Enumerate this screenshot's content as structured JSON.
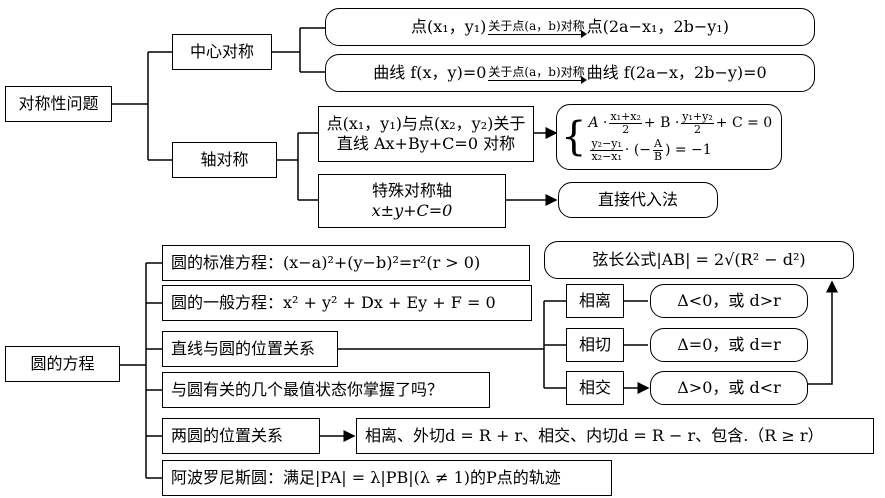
{
  "symmetry": {
    "root": "对称性问题",
    "center": "中心对称",
    "axis": "轴对称",
    "center_point": {
      "from": "点(x₁，y₁)",
      "arrow_label": "关于点(a，b)对称",
      "to": "点(2a−x₁，2b−y₁)"
    },
    "center_curve": {
      "from": "曲线 f(x，y)=0",
      "arrow_label": "关于点(a，b)对称",
      "to": "曲线 f(2a−x，2b−y)=0"
    },
    "axis_points": {
      "line1": "点(x₁，y₁)与点(x₂，y₂)关于",
      "line2": "直线 Ax+By+C=0 对称"
    },
    "axis_eq1": {
      "a": "A ·",
      "num1": "x₁+x₂",
      "den1": "2",
      "b": "+ B ·",
      "num2": "y₁+y₂",
      "den2": "2",
      "c": "+ C = 0"
    },
    "axis_eq2": {
      "num1": "y₂−y₁",
      "den1": "x₂−x₁",
      "mid": "· (−",
      "num2": "A",
      "den2": "B",
      "end": ") = −1"
    },
    "special_axis": {
      "line1": "特殊对称轴",
      "line2": "x±y+C=0"
    },
    "direct_sub": "直接代入法"
  },
  "circle": {
    "root": "圆的方程",
    "standard": "圆的标准方程：(x−a)²+(y−b)²=r²(r > 0)",
    "general": "圆的一般方程：x² + y² + Dx + Ey + F = 0",
    "line_circle": "直线与圆的位置关系",
    "extremes": "与圆有关的几个最值状态你掌握了吗？",
    "two_circles": "两圆的位置关系",
    "two_circles_detail": "相离、外切d = R + r、相交、内切d = R − r、包含.（R ≥ r）",
    "apollonius": "阿波罗尼斯圆：满足|PA| = λ|PB|(λ ≠ 1)的P点的轨迹",
    "chord": "弦长公式|AB| = 2√(R² − d²)",
    "relations": [
      {
        "name": "相离",
        "cond": "Δ<0，或 d>r"
      },
      {
        "name": "相切",
        "cond": "Δ=0，或 d=r"
      },
      {
        "name": "相交",
        "cond": "Δ>0，或 d<r"
      }
    ]
  }
}
